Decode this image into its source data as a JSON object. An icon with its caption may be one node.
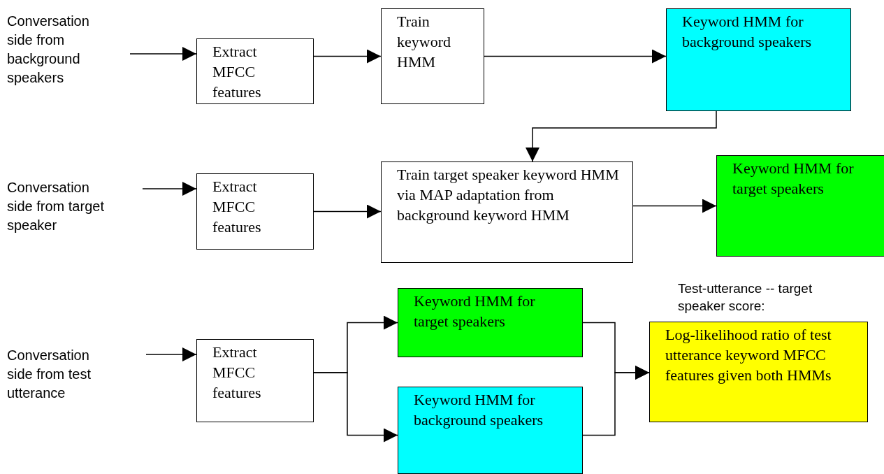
{
  "diagram": {
    "nodes": [
      {
        "text": [
          "Conversation side from background speakers"
        ]
      },
      {
        "text": [
          "Extract MFCC features"
        ]
      },
      {
        "text": [
          "Train keyword HMM"
        ]
      },
      {
        "text": [
          "Keyword HMM for background speakers"
        ]
      },
      {
        "text": [
          "Conversation side from target speaker"
        ]
      },
      {
        "text": [
          "Extract MFCC features"
        ]
      },
      {
        "text": [
          "Train target speaker keyword HMM via MAP adaptation from background keyword HMM"
        ]
      },
      {
        "text": [
          "Keyword HMM for target speakers"
        ]
      },
      {
        "text": [
          "Conversation side from test utterance"
        ]
      },
      {
        "text": [
          "Extract MFCC features"
        ]
      },
      {
        "text": [
          "Keyword HMM for target speakers"
        ]
      },
      {
        "text": [
          "Keyword HMM for background speakers"
        ]
      },
      {
        "text": [
          "Log-likelihood ratio of test utterance keyword MFCC features given both HMMs"
        ],
        "beside": [
          "Test-utterance -- target speaker score:"
        ]
      }
    ],
    "edges": [
      {
        "from": 0,
        "to": 1,
        "arrow": "to"
      },
      {
        "from": 1,
        "to": 2,
        "arrow": "to"
      },
      {
        "from": 2,
        "to": 3,
        "arrow": "to"
      },
      {
        "from": 3,
        "to": 6,
        "arrow": "to"
      },
      {
        "from": 4,
        "to": 5,
        "arrow": "to"
      },
      {
        "from": 5,
        "to": 6,
        "arrow": "to"
      },
      {
        "from": 6,
        "to": 7,
        "arrow": "to"
      },
      {
        "from": 8,
        "to": 9,
        "arrow": "to"
      },
      {
        "from": 9,
        "to": 10,
        "arrow": "to"
      },
      {
        "from": 9,
        "to": 11,
        "arrow": "to"
      },
      {
        "from": 10,
        "to": 12,
        "arrow": "to"
      },
      {
        "from": 11,
        "to": 12,
        "arrow": "to"
      }
    ]
  }
}
